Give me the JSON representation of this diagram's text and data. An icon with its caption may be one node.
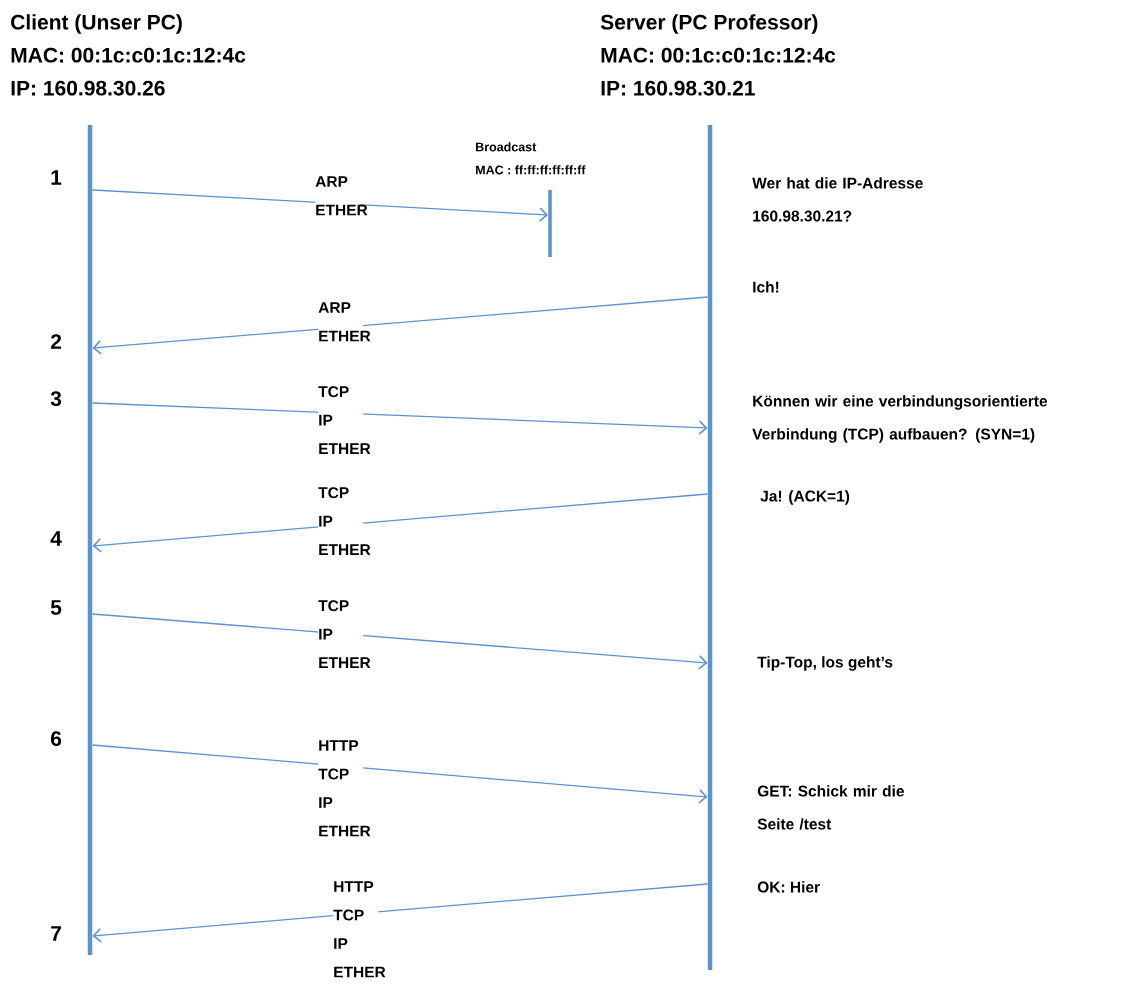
{
  "diagram": {
    "nodes": [
      {
        "text": [
          "Client (Unser PC)",
          "MAC: 00:1c:c0:1c:12:4c",
          "IP: 160.98.30.26"
        ]
      },
      {
        "text": [
          "Server (PC Professor)",
          "MAC: 00:1c:c0:1c:12:4c",
          "IP: 160.98.30.21"
        ]
      },
      {
        "text": [
          "Broadcast",
          "MAC : ff:ff:ff:ff:ff:ff"
        ]
      }
    ],
    "edges": [
      {
        "from": 0,
        "to": 2,
        "arrow": "to",
        "label": "ARP ETHER"
      },
      {
        "from": 1,
        "to": 0,
        "arrow": "to",
        "label": "ARP ETHER"
      },
      {
        "from": 0,
        "to": 1,
        "arrow": "to",
        "label": "TCP IP ETHER"
      },
      {
        "from": 1,
        "to": 0,
        "arrow": "to",
        "label": "TCP IP ETHER"
      },
      {
        "from": 0,
        "to": 1,
        "arrow": "to",
        "label": "TCP IP ETHER"
      },
      {
        "from": 0,
        "to": 1,
        "arrow": "to",
        "label": "HTTP TCP IP ETHER"
      },
      {
        "from": 1,
        "to": 0,
        "arrow": "to",
        "label": "HTTP TCP IP ETHER"
      }
    ],
    "labels": [
      "1",
      "Wer hat die IP-Adresse 160.98.30.21?",
      "Ich!",
      "2",
      "3",
      "Können wir eine verbindungsorientierte Verbindung  (TCP) aufbauen? (SYN=1)",
      "Ja! (ACK=1)",
      "4",
      "5",
      "Tip-Top, los geht’s",
      "6",
      "GET: Schick mir die Seite /test",
      "OK: Hier",
      "7"
    ]
  }
}
